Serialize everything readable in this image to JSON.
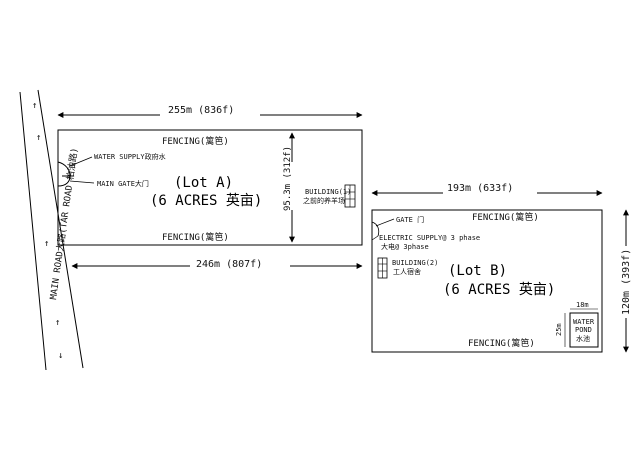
{
  "lot_a": {
    "width_top": "255m (836f)",
    "width_bottom": "246m (807f)",
    "depth": "95.3m (312f)",
    "fencing_top": "FENCING(篱笆)",
    "fencing_bottom": "FENCING(篱笆)",
    "title": "(Lot A)",
    "acres": "(6 ACRES 英亩)",
    "water_supply": "WATER SUPPLY政府水",
    "main_gate": "MAIN GATE大门",
    "building_label": "BUILDING(1)",
    "building_sub": "之前的养羊场"
  },
  "lot_b": {
    "width_top": "193m (633f)",
    "depth": "120m (393f)",
    "fencing_top": "FENCING(篱笆)",
    "fencing_bottom": "FENCING(篱笆)",
    "title": "(Lot B)",
    "acres": "(6 ACRES 英亩)",
    "gate": "GATE 门",
    "electric": "ELECTRIC SUPPLY@ 3 phase",
    "electric_sub": "大电@ 3phase",
    "building_label": "BUILDING(2)",
    "building_sub": "工人宿舍",
    "pond_width": "18m",
    "pond_height": "25m",
    "pond_label_1": "WATER",
    "pond_label_2": "POND",
    "pond_label_3": "水池"
  },
  "road": {
    "name": "MAIN ROAD大路(TAR ROAD 柏油路)"
  },
  "colors": {
    "line": "#000000",
    "text": "#111111",
    "watermark": "#9a9a9a"
  }
}
